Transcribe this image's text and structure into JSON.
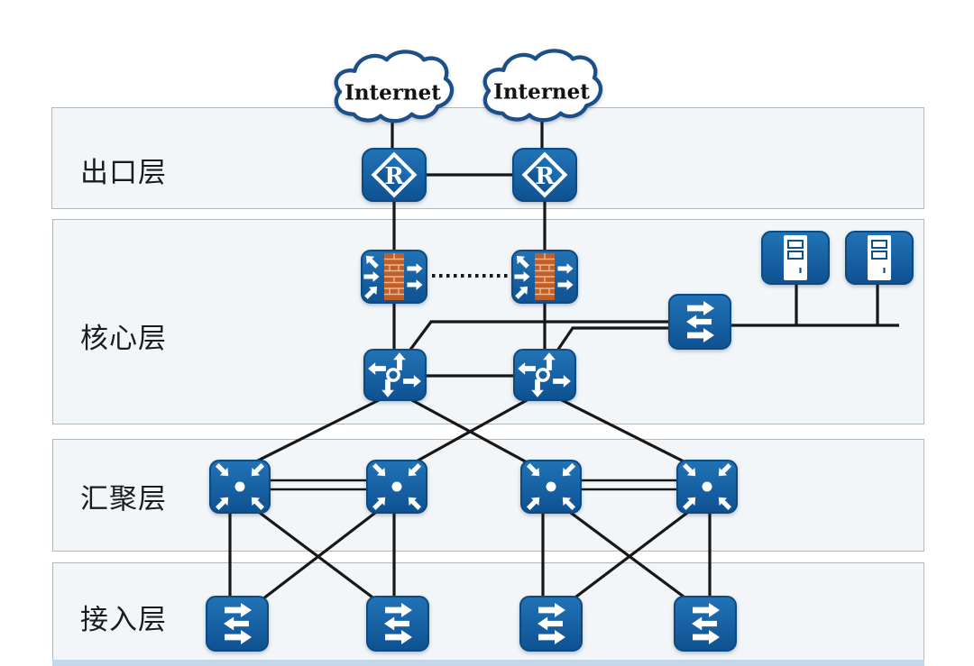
{
  "diagram": {
    "type": "campus-network-topology",
    "clouds": [
      {
        "label": "Internet"
      },
      {
        "label": "Internet"
      }
    ],
    "layers": [
      {
        "id": "egress",
        "label": "出口层",
        "devices": [
          "router",
          "router"
        ]
      },
      {
        "id": "core",
        "label": "核心层",
        "devices": [
          "firewall",
          "firewall",
          "core-switch",
          "core-switch",
          "switch",
          "server",
          "server"
        ]
      },
      {
        "id": "aggregation",
        "label": "汇聚层",
        "devices": [
          "aggregation-switch",
          "aggregation-switch",
          "aggregation-switch",
          "aggregation-switch"
        ]
      },
      {
        "id": "access",
        "label": "接入层",
        "devices": [
          "access-switch",
          "access-switch",
          "access-switch",
          "access-switch"
        ]
      }
    ],
    "edges": [
      {
        "from": "internet-cloud-1",
        "to": "router-1",
        "style": "solid"
      },
      {
        "from": "internet-cloud-2",
        "to": "router-2",
        "style": "solid"
      },
      {
        "from": "router-1",
        "to": "router-2",
        "style": "solid"
      },
      {
        "from": "router-1",
        "to": "firewall-1",
        "style": "solid"
      },
      {
        "from": "router-2",
        "to": "firewall-2",
        "style": "solid"
      },
      {
        "from": "firewall-1",
        "to": "firewall-2",
        "style": "dotted"
      },
      {
        "from": "firewall-1",
        "to": "core-switch-1",
        "style": "solid"
      },
      {
        "from": "firewall-2",
        "to": "core-switch-2",
        "style": "solid"
      },
      {
        "from": "core-switch-1",
        "to": "core-switch-2",
        "style": "solid"
      },
      {
        "from": "core-switch-1",
        "to": "server-switch",
        "style": "solid"
      },
      {
        "from": "core-switch-2",
        "to": "server-switch",
        "style": "solid"
      },
      {
        "from": "server-switch",
        "to": "server-1",
        "style": "solid"
      },
      {
        "from": "server-switch",
        "to": "server-2",
        "style": "solid"
      },
      {
        "from": "core-switch-1",
        "to": "agg-switch-1",
        "style": "solid"
      },
      {
        "from": "core-switch-1",
        "to": "agg-switch-3",
        "style": "solid"
      },
      {
        "from": "core-switch-2",
        "to": "agg-switch-2",
        "style": "solid"
      },
      {
        "from": "core-switch-2",
        "to": "agg-switch-4",
        "style": "solid"
      },
      {
        "from": "agg-switch-1",
        "to": "agg-switch-2",
        "style": "double"
      },
      {
        "from": "agg-switch-3",
        "to": "agg-switch-4",
        "style": "double"
      },
      {
        "from": "agg-switch-1",
        "to": "access-switch-1",
        "style": "solid"
      },
      {
        "from": "agg-switch-1",
        "to": "access-switch-2",
        "style": "solid"
      },
      {
        "from": "agg-switch-2",
        "to": "access-switch-1",
        "style": "solid"
      },
      {
        "from": "agg-switch-2",
        "to": "access-switch-2",
        "style": "solid"
      },
      {
        "from": "agg-switch-3",
        "to": "access-switch-3",
        "style": "solid"
      },
      {
        "from": "agg-switch-3",
        "to": "access-switch-4",
        "style": "solid"
      },
      {
        "from": "agg-switch-4",
        "to": "access-switch-3",
        "style": "solid"
      },
      {
        "from": "agg-switch-4",
        "to": "access-switch-4",
        "style": "solid"
      }
    ],
    "icons": {
      "internet-cloud-icon": "white cloud with dark blue outline",
      "router-icon": "blue rounded square, white diamond with letter R",
      "firewall-icon": "blue rounded square, orange brick wall with white arrows",
      "core-switch-icon": "blue rounded square, four outward arrows around a circle",
      "aggregation-switch-icon": "blue rounded square, four inward arrows to a dot",
      "switch-icon": "blue rounded square, three horizontal arrows",
      "server-icon": "blue rounded square, white tower server"
    },
    "colors": {
      "device_blue": "#1360a6",
      "device_blue_dark": "#0c4a84",
      "brick_orange": "#c05f2a",
      "line_black": "#171717",
      "band_fill": "#f2f6f8",
      "band_border": "#b3b8bb",
      "cloud_border": "#1c4f87",
      "bottom_strip": "#c3d9eb"
    }
  }
}
